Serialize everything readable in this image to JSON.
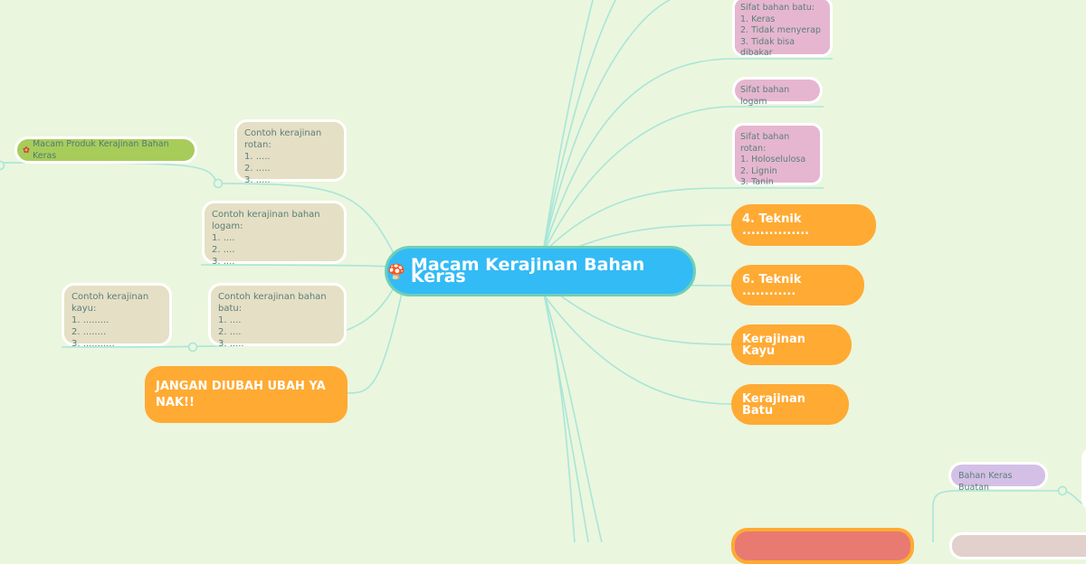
{
  "central": {
    "icon": "mushroom-icon",
    "title": "Macam Kerajinan Bahan Keras"
  },
  "left": {
    "produk": {
      "icon": "flower-icon",
      "label": "Macam Produk Kerajinan Bahan Keras"
    },
    "rotan": [
      "Contoh kerajinan rotan:",
      "1. .....",
      "2. .....",
      "3. ....."
    ],
    "logam": [
      "Contoh kerajinan bahan logam:",
      "1. ....",
      "2. ....",
      "3. ...."
    ],
    "kayu": [
      "Contoh kerajinan kayu:",
      "1. .........",
      "2. ........",
      "3. ..........."
    ],
    "batu": [
      "Contoh kerajinan bahan batu:",
      "1. ....",
      "2. ....",
      "3. ....."
    ],
    "warning": "JANGAN DIUBAH UBAH YA NAK!!"
  },
  "right": {
    "sifat_batu": [
      "Sifat bahan batu:",
      "1. Keras",
      "2. Tidak menyerap",
      "3. Tidak bisa dibakar"
    ],
    "sifat_logam": "Sifat bahan logam",
    "sifat_rotan": [
      "Sifat bahan rotan:",
      "1. Holoselulosa",
      "2. Lignin",
      "3. Tanin"
    ],
    "teknik4": "4. Teknik ...............",
    "teknik6": "6. Teknik ............",
    "kayu": "Kerajinan Kayu",
    "batu": "Kerajinan Batu",
    "buatan": "Bahan Keras Buatan"
  },
  "colors": {
    "central": "#33bbf5",
    "topic": "#ffaa33",
    "line": "#a8e6d8",
    "tan": "#e5dfc5",
    "pink": "#e6b6d0",
    "green": "#a8cc5a"
  }
}
